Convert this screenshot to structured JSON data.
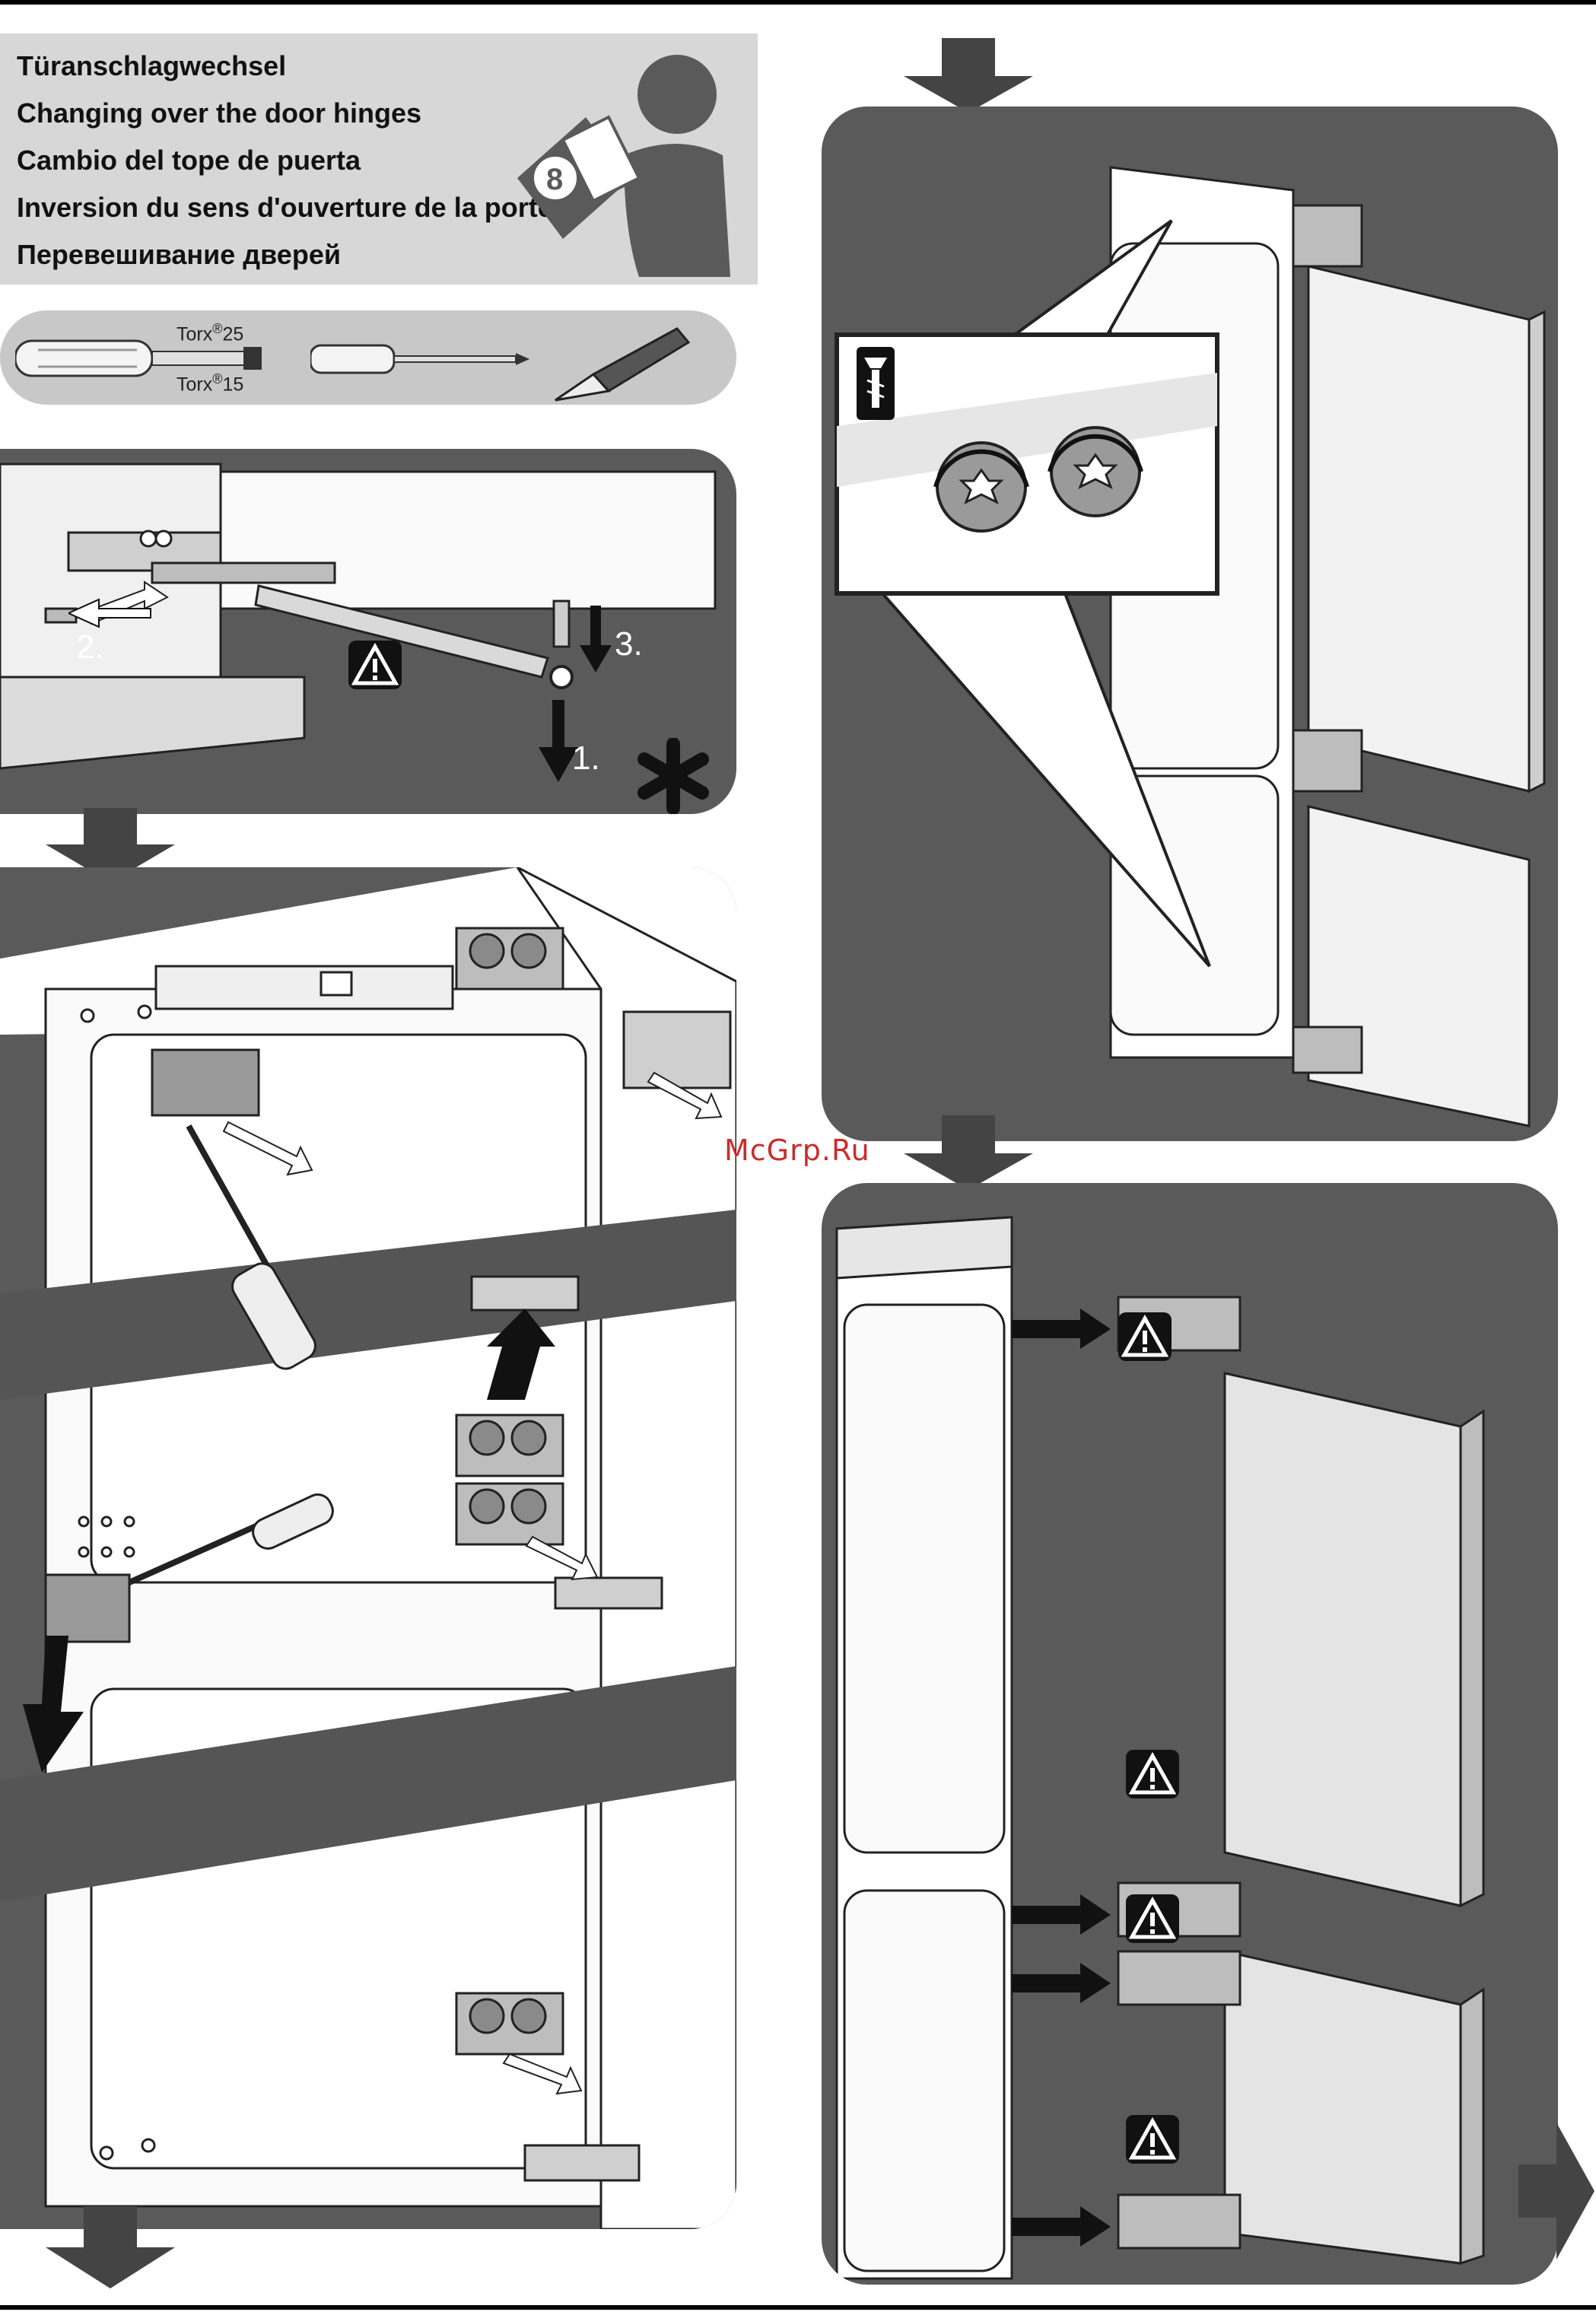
{
  "header": {
    "titles": [
      "Türanschlagwechsel",
      "Changing over the door hinges",
      "Cambio del tope de puerta",
      "Inversion du sens d'ouverture de la porte",
      "Перевешивание дверей"
    ],
    "manual_page_badge": "8"
  },
  "tools": {
    "torx_large": "Torx",
    "torx_large_size": "25",
    "torx_small": "Torx",
    "torx_small_size": "15",
    "registered_mark": "®"
  },
  "step_panel": {
    "step_1": "1.",
    "step_2": "2.",
    "step_3": "3."
  },
  "watermark": "McGrp.Ru",
  "icons": [
    "warning-triangle-icon",
    "asterisk-icon",
    "arrow-down-icon",
    "arrow-right-icon",
    "torx-screw-icon",
    "screwdriver-icon"
  ],
  "colors": {
    "panel": "#5a5a5a",
    "header": "#d7d7d7",
    "tools": "#c8c8c8",
    "watermark": "#cc2b2b"
  }
}
